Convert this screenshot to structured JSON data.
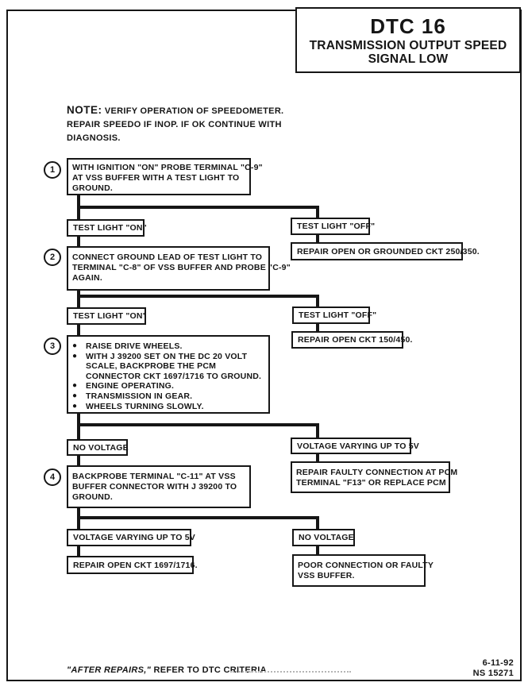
{
  "colors": {
    "ink": "#161616",
    "paper": "#ffffff"
  },
  "header": {
    "dtc_code": "DTC 16",
    "subtitle_line1": "TRANSMISSION OUTPUT SPEED",
    "subtitle_line2": "SIGNAL LOW"
  },
  "note": {
    "label": "NOTE:",
    "line1": "VERIFY OPERATION OF SPEEDOMETER.",
    "line2": "REPAIR SPEEDO IF INOP.  IF OK CONTINUE WITH",
    "line3": "DIAGNOSIS."
  },
  "flowchart": {
    "bullet_glyph": "●",
    "step1": {
      "number": "1",
      "line1": "WITH IGNITION \"ON\" PROBE TERMINAL \"C-9\"",
      "line2": "AT VSS BUFFER WITH A TEST LIGHT TO",
      "line3": "GROUND."
    },
    "branch1": {
      "left": "TEST LIGHT \"ON\"",
      "right": "TEST LIGHT \"OFF\"",
      "right_result": "REPAIR OPEN OR GROUNDED CKT 250/350."
    },
    "step2": {
      "number": "2",
      "line1": "CONNECT GROUND LEAD OF TEST LIGHT TO",
      "line2": "TERMINAL \"C-8\" OF VSS BUFFER AND PROBE \"C-9\"",
      "line3": "AGAIN."
    },
    "branch2": {
      "left": "TEST LIGHT \"ON\"",
      "right": "TEST LIGHT \"OFF\"",
      "right_result": "REPAIR OPEN CKT 150/450."
    },
    "step3": {
      "number": "3",
      "bullet1": "RAISE DRIVE WHEELS.",
      "bullet2": "WITH J 39200 SET ON THE DC 20 VOLT SCALE, BACKPROBE THE PCM CONNECTOR CKT 1697/1716 TO GROUND.",
      "bullet3": "ENGINE OPERATING.",
      "bullet4": "TRANSMISSION IN GEAR.",
      "bullet5": "WHEELS TURNING SLOWLY."
    },
    "branch3": {
      "left": "NO VOLTAGE",
      "right": "VOLTAGE VARYING UP TO 5V",
      "right_result_line1": "REPAIR FAULTY CONNECTION AT PCM",
      "right_result_line2": "TERMINAL \"F13\" OR REPLACE PCM"
    },
    "step4": {
      "number": "4",
      "line1": "BACKPROBE TERMINAL \"C-11\" AT VSS",
      "line2": "BUFFER CONNECTOR WITH J 39200 TO",
      "line3": "GROUND."
    },
    "branch4": {
      "left": "VOLTAGE VARYING UP TO 5V",
      "right": "NO VOLTAGE",
      "left_result": "REPAIR OPEN CKT 1697/1716.",
      "right_result_line1": "POOR CONNECTION OR  FAULTY",
      "right_result_line2": "VSS BUFFER."
    }
  },
  "footer": {
    "left_quote": "\"AFTER REPAIRS,\"",
    "left_rest": " REFER TO DTC CRITERIA",
    "date": "6-11-92",
    "doc_number": "NS 15271"
  }
}
